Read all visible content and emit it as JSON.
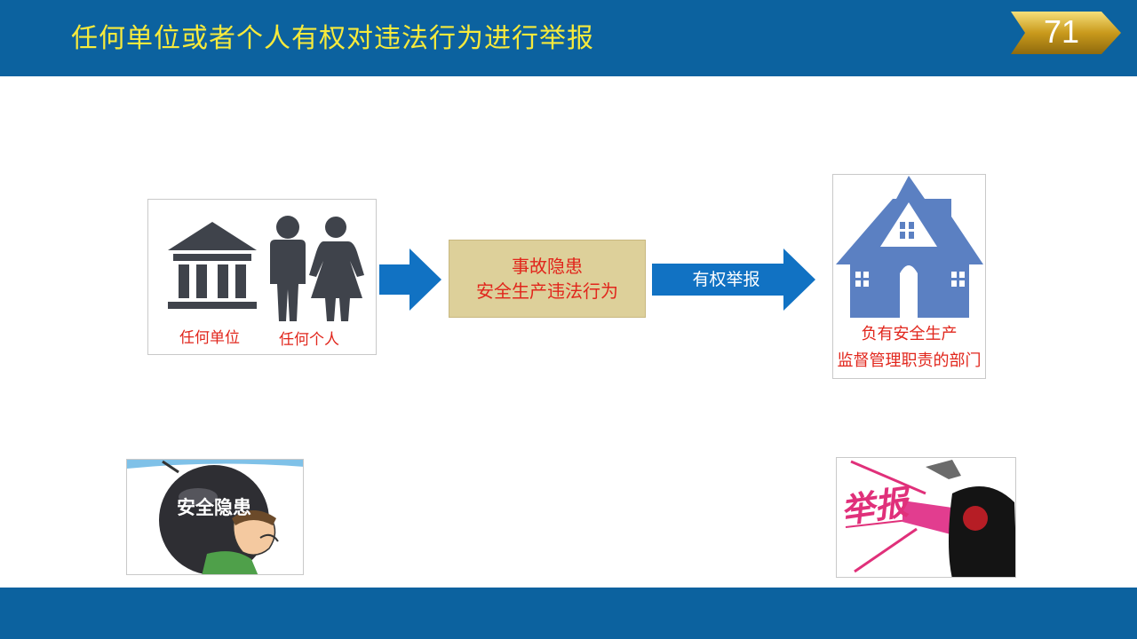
{
  "header": {
    "title": "任何单位或者个人有权对违法行为进行举报",
    "page_number": "71"
  },
  "actors": {
    "unit_label": "任何单位",
    "person_label": "任何个人"
  },
  "center": {
    "line1": "事故隐患",
    "line2": "安全生产违法行为"
  },
  "arrow": {
    "label": "有权举报"
  },
  "department": {
    "line1": "负有安全生产",
    "line2": "监督管理职责的部门"
  },
  "images": {
    "bomb_text": "安全隐患",
    "report_text": "举报"
  },
  "colors": {
    "header_bg": "#0c629f",
    "title": "#f7ea3c",
    "accent_red": "#e1261c",
    "arrow_blue": "#1172c3",
    "box_tan": "#ddd09a",
    "icon_gray": "#3f434b",
    "house_blue": "#5b80c2"
  }
}
